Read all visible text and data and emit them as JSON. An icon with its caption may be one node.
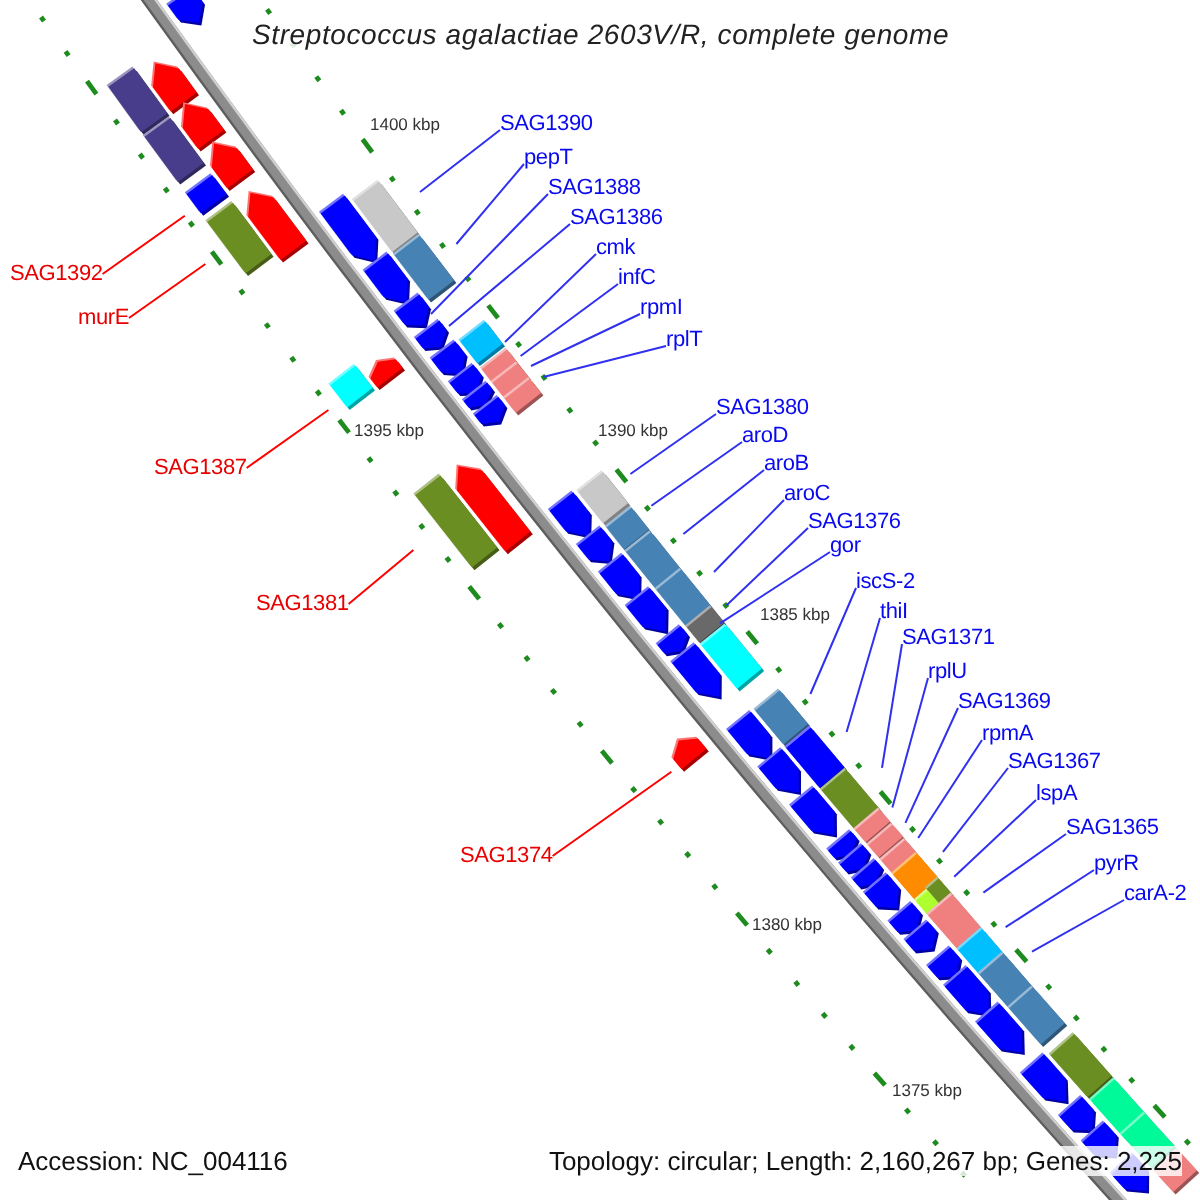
{
  "diagram": {
    "title": "Streptococcus agalactiae 2603V/R, complete genome",
    "nodes": [
      {
        "text": [
          "SAG1390"
        ]
      },
      {
        "text": [
          "pepT"
        ]
      },
      {
        "text": [
          "SAG1388"
        ]
      },
      {
        "text": [
          "SAG1386"
        ]
      },
      {
        "text": [
          "cmk"
        ]
      },
      {
        "text": [
          "SAG1392"
        ]
      },
      {
        "text": [
          "infC"
        ]
      },
      {
        "text": [
          "rpmI"
        ]
      },
      {
        "text": [
          "murE"
        ]
      },
      {
        "text": [
          "rplT"
        ]
      },
      {
        "text": [
          "SAG1380"
        ]
      },
      {
        "text": [
          "aroD"
        ]
      },
      {
        "text": [
          "aroB"
        ]
      },
      {
        "text": [
          "SAG1387"
        ]
      },
      {
        "text": [
          "aroC"
        ]
      },
      {
        "text": [
          "SAG1376"
        ]
      },
      {
        "text": [
          "gor"
        ]
      },
      {
        "text": [
          "iscS-2"
        ]
      },
      {
        "text": [
          "SAG1381"
        ]
      },
      {
        "text": [
          "thiI"
        ]
      },
      {
        "text": [
          "SAG1371"
        ]
      },
      {
        "text": [
          "rplU"
        ]
      },
      {
        "text": [
          "SAG1369"
        ]
      },
      {
        "text": [
          "rpmA"
        ]
      },
      {
        "text": [
          "SAG1367"
        ]
      },
      {
        "text": [
          "lspA"
        ]
      },
      {
        "text": [
          "SAG1365"
        ]
      },
      {
        "text": [
          "SAG1374"
        ]
      },
      {
        "text": [
          "pyrR"
        ]
      },
      {
        "text": [
          "carA-2"
        ]
      },
      {
        "text": [],
        "shape": "pentagon"
      },
      {
        "text": [],
        "shape": "pentagon"
      },
      {
        "text": [],
        "shape": "bar"
      },
      {
        "text": [],
        "shape": "pentagon"
      },
      {
        "text": [],
        "shape": "bar"
      },
      {
        "text": [],
        "shape": "pentagon"
      },
      {
        "text": [],
        "shape": "bar"
      },
      {
        "text": [],
        "shape": "bar"
      },
      {
        "text": [],
        "shape": "pentagon"
      },
      {
        "text": [],
        "shape": "pentagon"
      },
      {
        "text": [],
        "shape": "bar"
      },
      {
        "text": [],
        "shape": "bar"
      },
      {
        "text": [],
        "shape": "pentagon"
      },
      {
        "text": [],
        "shape": "pentagon"
      },
      {
        "text": [],
        "shape": "pentagon"
      },
      {
        "text": [],
        "shape": "bar"
      },
      {
        "text": [],
        "shape": "pentagon"
      },
      {
        "text": [],
        "shape": "pentagon"
      },
      {
        "text": [],
        "shape": "bar"
      },
      {
        "text": [],
        "shape": "bar"
      },
      {
        "text": [],
        "shape": "pentagon"
      },
      {
        "text": [],
        "shape": "bar"
      },
      {
        "text": [],
        "shape": "bar"
      },
      {
        "text": [],
        "shape": "pentagon"
      },
      {
        "text": [],
        "shape": "pentagon"
      },
      {
        "text": [],
        "shape": "bar"
      },
      {
        "text": [],
        "shape": "pentagon"
      },
      {
        "text": [],
        "shape": "pentagon"
      },
      {
        "text": [],
        "shape": "bar"
      },
      {
        "text": [],
        "shape": "bar"
      },
      {
        "text": [],
        "shape": "pentagon"
      },
      {
        "text": [],
        "shape": "bar"
      },
      {
        "text": [],
        "shape": "pentagon"
      },
      {
        "text": [],
        "shape": "bar"
      },
      {
        "text": [],
        "shape": "pentagon"
      },
      {
        "text": [],
        "shape": "bar"
      },
      {
        "text": [],
        "shape": "pentagon"
      },
      {
        "text": [],
        "shape": "bar"
      },
      {
        "text": [],
        "shape": "pentagon"
      },
      {
        "text": [],
        "shape": "bar"
      },
      {
        "text": [],
        "shape": "pentagon"
      },
      {
        "text": [],
        "shape": "pentagon"
      },
      {
        "text": [],
        "shape": "bar"
      },
      {
        "text": [],
        "shape": "pentagon"
      },
      {
        "text": [],
        "shape": "bar"
      },
      {
        "text": [],
        "shape": "pentagon"
      },
      {
        "text": [],
        "shape": "bar"
      },
      {
        "text": [],
        "shape": "bar"
      },
      {
        "text": [],
        "shape": "pentagon"
      },
      {
        "text": [],
        "shape": "bar"
      },
      {
        "text": [],
        "shape": "pentagon"
      },
      {
        "text": [],
        "shape": "pentagon"
      },
      {
        "text": [],
        "shape": "bar"
      },
      {
        "text": [],
        "shape": "bar"
      },
      {
        "text": [],
        "shape": "pentagon"
      },
      {
        "text": [],
        "shape": "bar"
      },
      {
        "text": [],
        "shape": "pentagon"
      },
      {
        "text": [],
        "shape": "bar"
      },
      {
        "text": [],
        "shape": "pentagon"
      },
      {
        "text": [],
        "shape": "bar"
      },
      {
        "text": [],
        "shape": "pentagon"
      },
      {
        "text": [],
        "shape": "bar"
      },
      {
        "text": [],
        "shape": "pentagon"
      },
      {
        "text": [],
        "shape": "bar"
      },
      {
        "text": [],
        "shape": "pentagon"
      },
      {
        "text": [],
        "shape": "bar"
      },
      {
        "text": [],
        "shape": "pentagon"
      },
      {
        "text": [],
        "shape": "bar"
      },
      {
        "text": [],
        "shape": "pentagon"
      },
      {
        "text": [],
        "shape": "bar"
      },
      {
        "text": [],
        "shape": "pentagon"
      },
      {
        "text": [],
        "shape": "bar"
      },
      {
        "text": [],
        "shape": "pentagon"
      }
    ],
    "edges": [
      {
        "from": 0,
        "to": 37,
        "arrow": "none"
      },
      {
        "from": 1,
        "to": 41,
        "arrow": "none"
      },
      {
        "from": 2,
        "to": 43,
        "arrow": "none"
      },
      {
        "from": 3,
        "to": 44,
        "arrow": "none"
      },
      {
        "from": 4,
        "to": 45,
        "arrow": "none"
      },
      {
        "from": 5,
        "to": 36,
        "arrow": "none",
        "color": "#ff0000"
      },
      {
        "from": 6,
        "to": 48,
        "arrow": "none"
      },
      {
        "from": 7,
        "to": 49,
        "arrow": "none"
      },
      {
        "from": 8,
        "to": 40,
        "arrow": "none",
        "color": "#ff0000"
      },
      {
        "from": 9,
        "to": 52,
        "arrow": "none"
      },
      {
        "from": 10,
        "to": 55,
        "arrow": "none"
      },
      {
        "from": 11,
        "to": 59,
        "arrow": "none"
      },
      {
        "from": 12,
        "to": 61,
        "arrow": "none"
      },
      {
        "from": 13,
        "to": 51,
        "arrow": "none",
        "color": "#ff0000"
      },
      {
        "from": 14,
        "to": 63,
        "arrow": "none"
      },
      {
        "from": 15,
        "to": 65,
        "arrow": "none"
      },
      {
        "from": 16,
        "to": 67,
        "arrow": "none"
      },
      {
        "from": 17,
        "to": 69,
        "arrow": "none"
      },
      {
        "from": 18,
        "to": 58,
        "arrow": "none",
        "color": "#ff0000"
      },
      {
        "from": 19,
        "to": 72,
        "arrow": "none"
      },
      {
        "from": 20,
        "to": 74,
        "arrow": "none"
      },
      {
        "from": 21,
        "to": 76,
        "arrow": "none"
      },
      {
        "from": 22,
        "to": 77,
        "arrow": "none"
      },
      {
        "from": 23,
        "to": 79,
        "arrow": "none"
      },
      {
        "from": 24,
        "to": 82,
        "arrow": "none"
      },
      {
        "from": 25,
        "to": 83,
        "arrow": "none"
      },
      {
        "from": 26,
        "to": 87,
        "arrow": "none"
      },
      {
        "from": 27,
        "to": 71,
        "arrow": "none",
        "color": "#ff0000"
      },
      {
        "from": 28,
        "to": 89,
        "arrow": "none"
      },
      {
        "from": 29,
        "to": 91,
        "arrow": "none"
      }
    ],
    "labels": [
      "1400 kbp",
      "1395 kbp",
      "1390 kbp",
      "1385 kbp",
      "1380 kbp",
      "1375 kbp",
      "Accession: NC_004116",
      "Topology: circular; Length: 2,160,267 bp; Genes: 2,225"
    ]
  }
}
